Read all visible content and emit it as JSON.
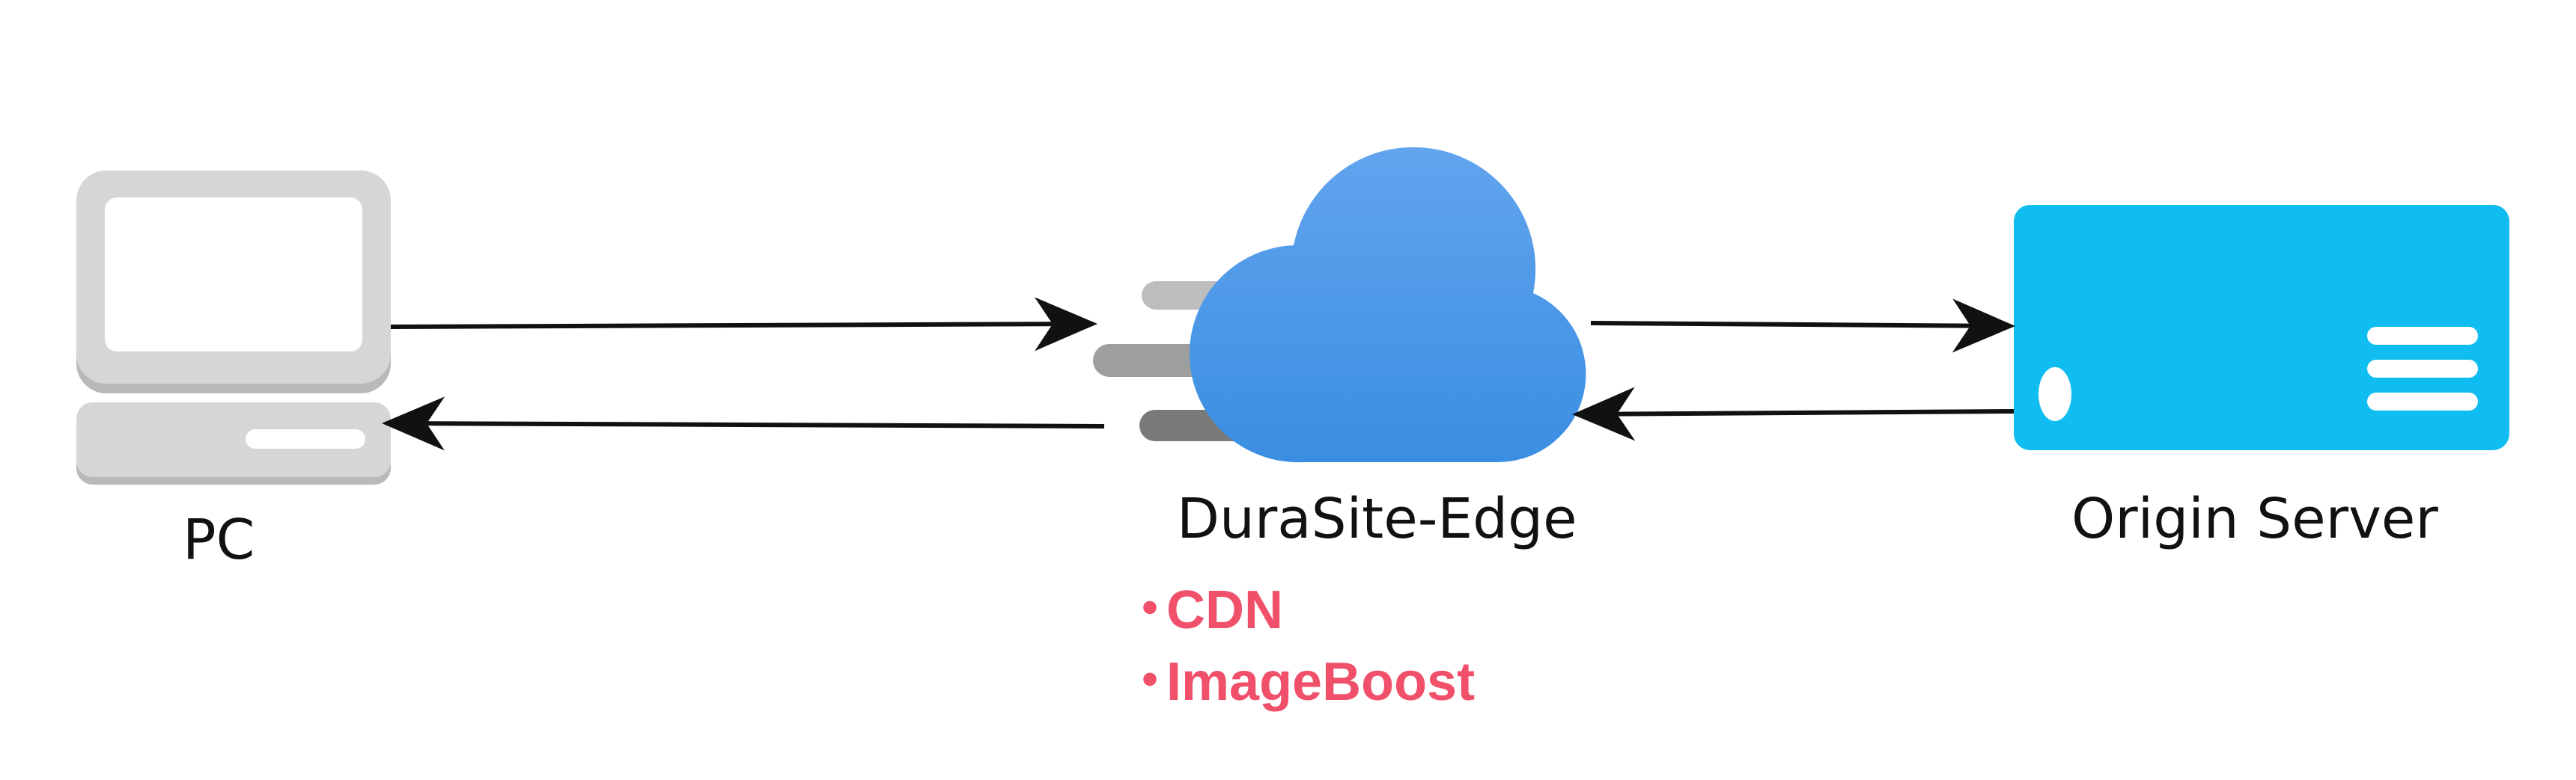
{
  "nodes": {
    "pc": {
      "label": "PC",
      "icon": "laptop-icon"
    },
    "edge": {
      "label": "DuraSite-Edge",
      "icon": "cloud-icon"
    },
    "origin": {
      "label": "Origin Server",
      "icon": "server-icon"
    }
  },
  "features": {
    "bullet": "・",
    "items": [
      "CDN",
      "ImageBoost"
    ]
  },
  "colors": {
    "laptop_gray": "#d6d6d6",
    "laptop_shadow": "#b9b9b9",
    "cloud_top": "#62a4ee",
    "cloud_bottom": "#3a8ee2",
    "speed_lines": [
      "#bdbdbd",
      "#9e9e9e",
      "#7a7a7a"
    ],
    "server_cyan": "#10bdf0",
    "arrow": "#111111",
    "feature_text": "#f0506a"
  },
  "edges": [
    {
      "from": "pc",
      "to": "edge"
    },
    {
      "from": "edge",
      "to": "pc"
    },
    {
      "from": "edge",
      "to": "origin"
    },
    {
      "from": "origin",
      "to": "edge"
    }
  ]
}
